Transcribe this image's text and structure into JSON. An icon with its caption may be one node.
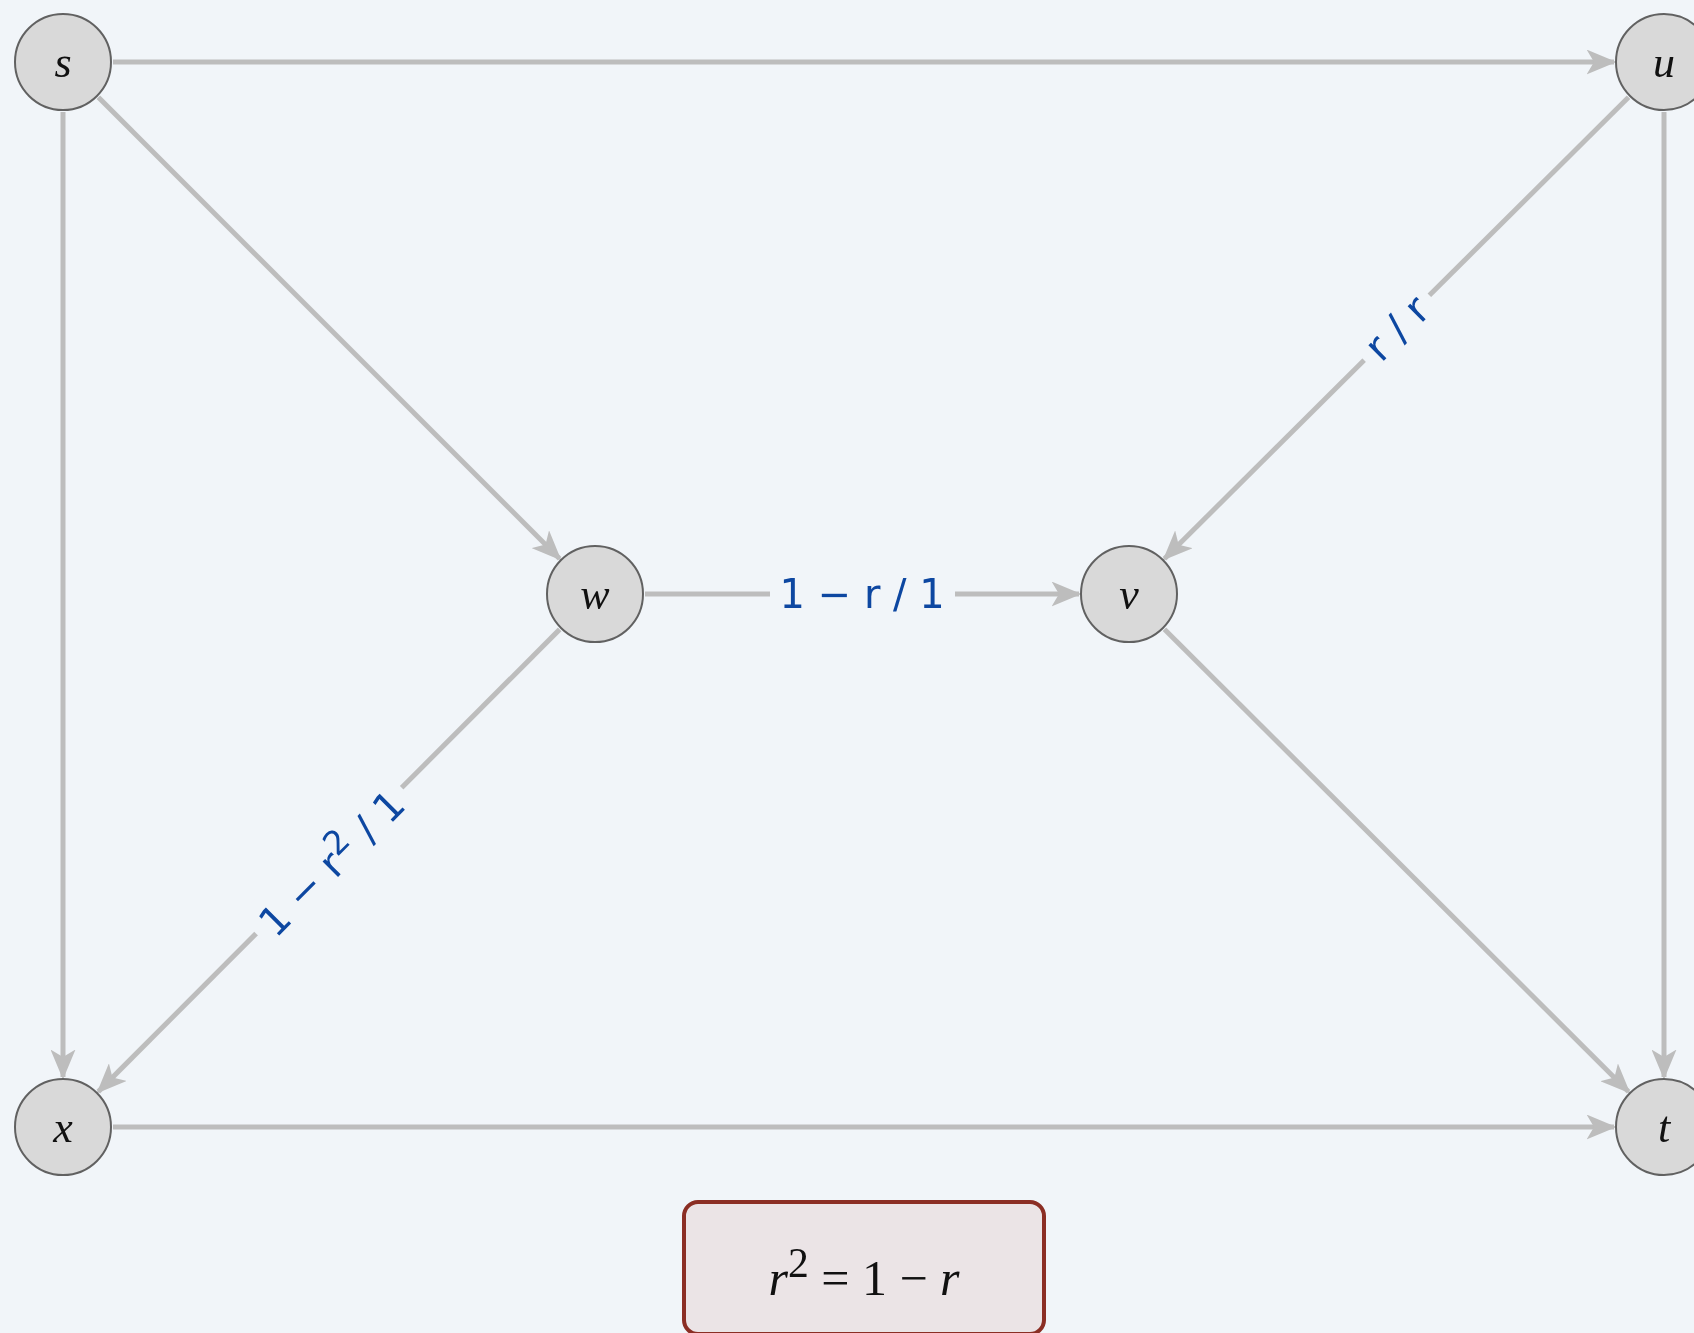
{
  "diagram": {
    "nodes": [
      {
        "text": [
          "s"
        ]
      },
      {
        "text": [
          "u"
        ]
      },
      {
        "text": [
          "w"
        ]
      },
      {
        "text": [
          "v"
        ]
      },
      {
        "text": [
          "x"
        ]
      },
      {
        "text": [
          "t"
        ]
      },
      {
        "text": [
          "*r*$^{2}$ = 1 − *r*"
        ]
      }
    ],
    "edges": [
      {
        "from": 0,
        "to": 1,
        "arrow": "to"
      },
      {
        "from": 0,
        "to": 2,
        "arrow": "to"
      },
      {
        "from": 0,
        "to": 4,
        "arrow": "to"
      },
      {
        "from": 1,
        "to": 3,
        "arrow": "to",
        "label": "r / r"
      },
      {
        "from": 1,
        "to": 5,
        "arrow": "to"
      },
      {
        "from": 2,
        "to": 3,
        "arrow": "to",
        "label": "1 − r / 1"
      },
      {
        "from": 2,
        "to": 4,
        "arrow": "to",
        "label": "1 − r$^{2}$ / 1"
      },
      {
        "from": 3,
        "to": 5,
        "arrow": "to"
      },
      {
        "from": 4,
        "to": 5,
        "arrow": "to"
      }
    ]
  }
}
